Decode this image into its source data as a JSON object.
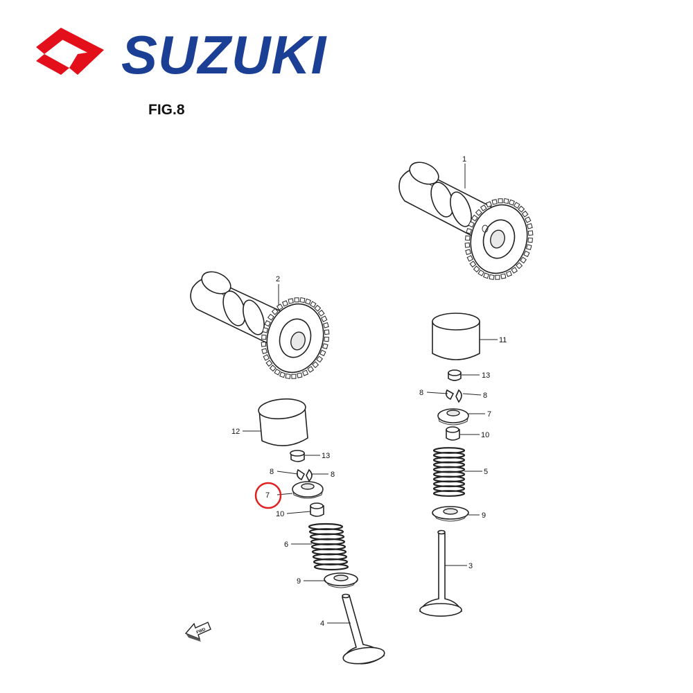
{
  "brand": {
    "name": "SUZUKI",
    "name_color": "#1b3f94",
    "logo_color": "#e3101b"
  },
  "figure": {
    "title": "FIG.8",
    "fwd_marker": "FWD",
    "highlight_color": "#e02020"
  },
  "callouts": {
    "c1": "1",
    "c2": "2",
    "c3": "3",
    "c4": "4",
    "c5": "5",
    "c6": "6",
    "c7_left": "7",
    "c7_right": "7",
    "c8_ll": "8",
    "c8_lr": "8",
    "c8_rl": "8",
    "c8_rr": "8",
    "c9_left": "9",
    "c9_right": "9",
    "c10_left": "10",
    "c10_right": "10",
    "c11": "11",
    "c12": "12",
    "c13_left": "13",
    "c13_right": "13"
  }
}
